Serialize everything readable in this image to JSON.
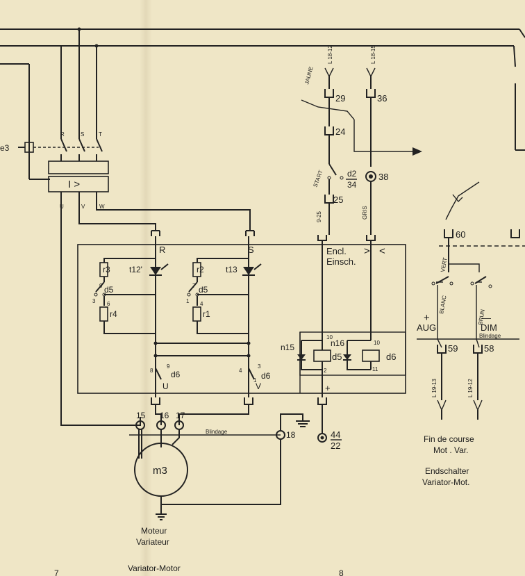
{
  "supply": {
    "protection": "e3",
    "phases_in": [
      "R",
      "S",
      "T"
    ],
    "phases_out": [
      "U",
      "V",
      "W"
    ],
    "overcurrent": "I >"
  },
  "power": {
    "phase_r": "R",
    "phase_s": "S",
    "thyristor_1": "t12'",
    "thyristor_2": "t13",
    "res_r3": "r3",
    "res_r2": "r2",
    "res_r4": "r4",
    "res_r1": "r1",
    "contact_d5": "d5",
    "contact_d6": "d6",
    "out_u": "U",
    "out_v": "V",
    "pins_a": [
      "9",
      "3",
      "6"
    ],
    "pins_b": [
      "7",
      "1",
      "4"
    ],
    "pins_c": [
      "8",
      "9"
    ],
    "pins_d": [
      "4",
      "3",
      "1"
    ]
  },
  "motor": {
    "label": "m3",
    "terminals": [
      "15",
      "16",
      "17"
    ],
    "shield": "Blindage",
    "terminal_18": "18",
    "caption": [
      "Moteur",
      "Variateur",
      "Variator-Motor"
    ]
  },
  "control": {
    "cable_1": "L 18-12",
    "cable_2": "L 18-15",
    "wire_jaune": "JAUNE",
    "t29": "29",
    "t36": "36",
    "t24": "24",
    "start": "START",
    "d2": "d2",
    "d2_den": "34",
    "t38": "38",
    "t25": "25",
    "wire_925": "9-25",
    "wire_gris": "GRIS",
    "encl": "Encl.",
    "einsch": "Einsch.",
    "sym_gt": ">",
    "sym_lt": "<",
    "n15": "n15",
    "n16": "n16",
    "d5": "d5",
    "d6": "d6",
    "pin10a": "10",
    "pin10b": "10",
    "pin2": "2",
    "pin11": "11",
    "plus": "+",
    "t44": "44",
    "t22": "22"
  },
  "limit": {
    "t60": "60",
    "vert": "VERT",
    "blanc": "BLANC",
    "brun": "BRUN",
    "aug": "AUG",
    "dim": "DIM",
    "plus": "+",
    "minus": "—",
    "shield": "Blindage",
    "t59": "59",
    "t58": "58",
    "cable_1": "L 19-13",
    "cable_2": "L 19-12",
    "caption": [
      "Fin de course",
      "Mot . Var.",
      "Endschalter",
      "Variator-Mot."
    ]
  },
  "page_numbers": [
    "7",
    "8"
  ]
}
